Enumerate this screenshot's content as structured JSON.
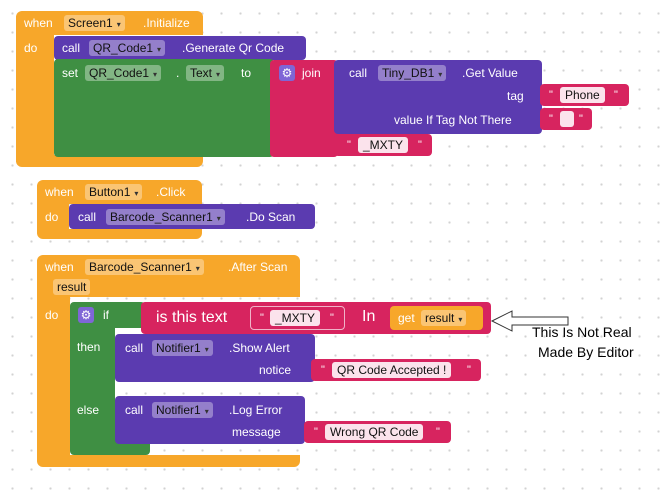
{
  "screen_init": {
    "when": "when",
    "component": "Screen1",
    "event": ".Initialize",
    "do": "do",
    "call1": {
      "call": "call",
      "component": "QR_Code1",
      "method": ".Generate Qr Code"
    },
    "set": {
      "set": "set",
      "component": "QR_Code1",
      "dot": ".",
      "property": "Text",
      "to": "to",
      "join": "join",
      "call": "call",
      "db_component": "Tiny_DB1",
      "method": ".Get Value",
      "tag_label": "tag",
      "tag_value": "Phone",
      "not_there_label": "value If Tag Not There",
      "not_there_value": "",
      "suffix_value": "_MXTY"
    }
  },
  "button_click": {
    "when": "when",
    "component": "Button1",
    "event": ".Click",
    "do": "do",
    "call": "call",
    "scanner": "Barcode_Scanner1",
    "method": ".Do Scan"
  },
  "after_scan": {
    "when": "when",
    "component": "Barcode_Scanner1",
    "event": ".After Scan",
    "param": "result",
    "do": "do",
    "if": "if",
    "is_text": "is this text",
    "text_value": "_MXTY",
    "in": "In",
    "get": "get",
    "get_var": "result",
    "then": "then",
    "then_call": "call",
    "then_component": "Notifier1",
    "then_method": ".Show Alert",
    "notice_label": "notice",
    "notice_value": "QR Code Accepted !",
    "else": "else",
    "else_call": "call",
    "else_component": "Notifier1",
    "else_method": ".Log Error",
    "message_label": "message",
    "message_value": "Wrong QR Code"
  },
  "annotation": {
    "line1": "This Is Not Real",
    "line2": "Made By Editor"
  },
  "colors": {
    "event": "#f7a72a",
    "component": "#5b3bb0",
    "setter": "#3f8f43",
    "text": "#d7245f"
  },
  "icons": {
    "dropdown": "chevron-down-icon",
    "mutator": "gear-icon",
    "arrow": "arrow-left-icon"
  }
}
